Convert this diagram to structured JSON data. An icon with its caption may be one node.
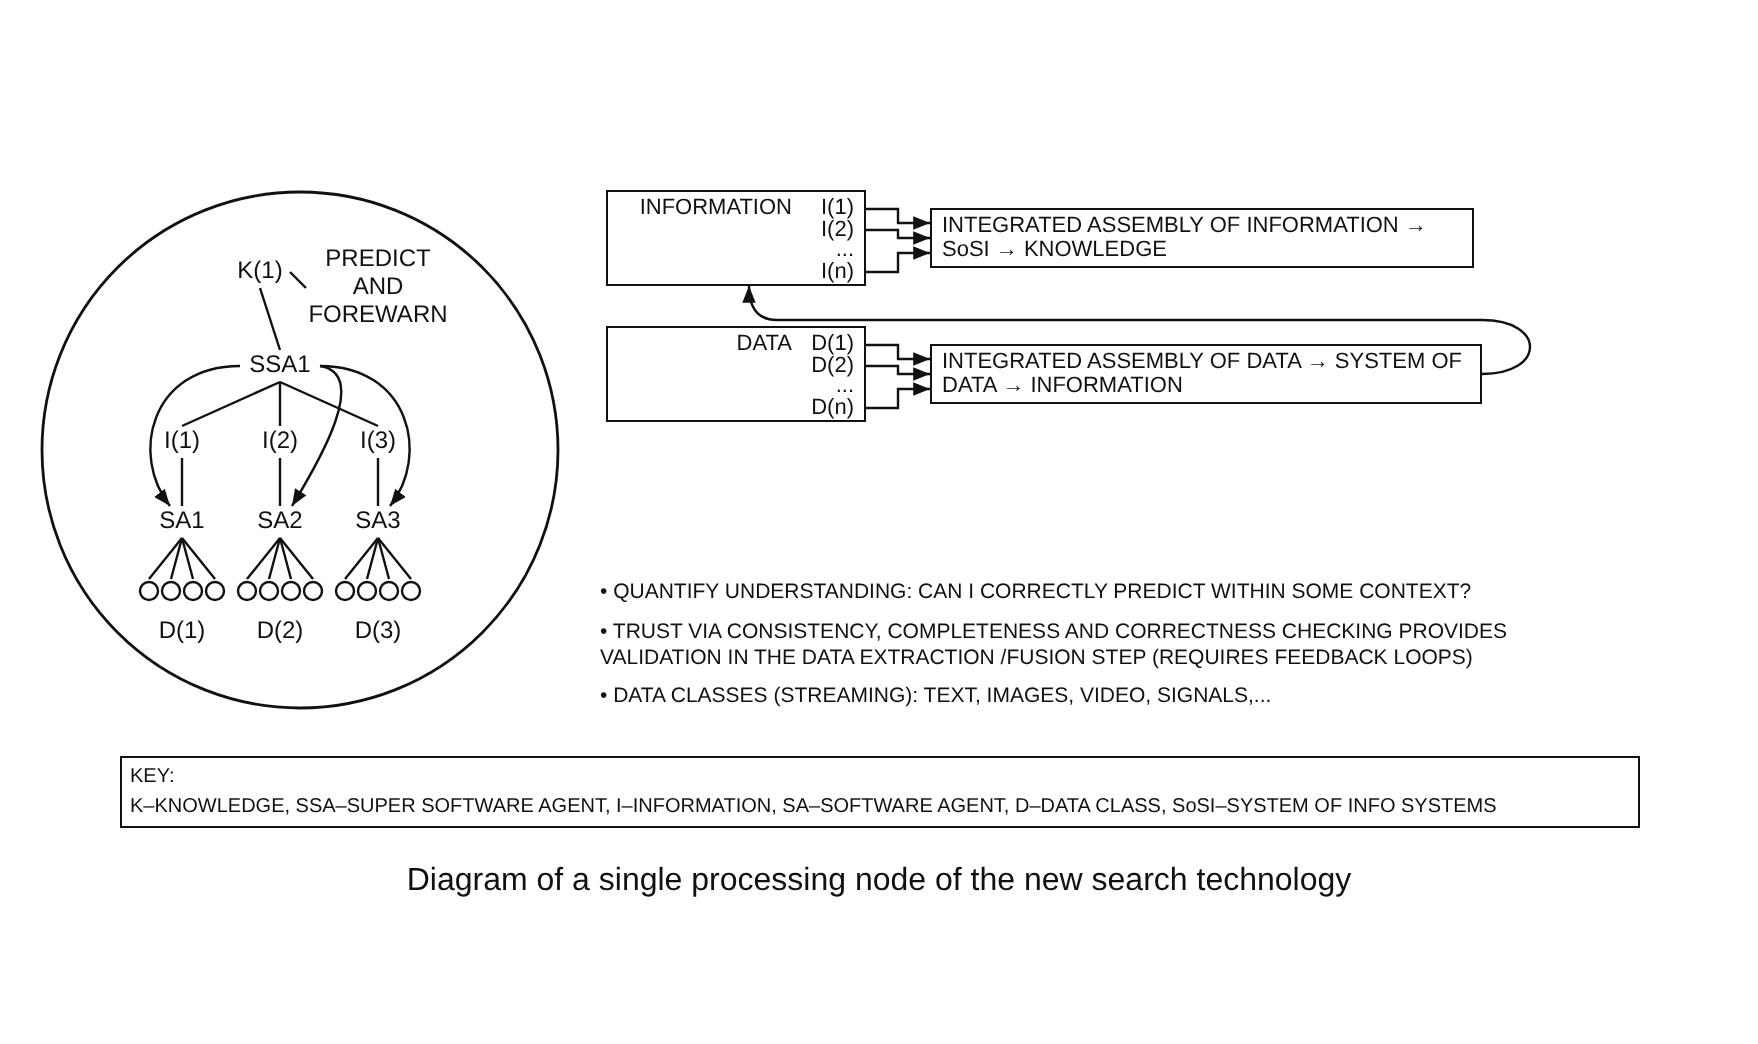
{
  "diagram": {
    "caption": "Diagram of a single processing node of the new search technology",
    "nodes": [
      {
        "text": [],
        "shape": "circle"
      },
      {
        "text": [
          "K(1)"
        ],
        "in": 0
      },
      {
        "text": [
          "PREDICT AND FOREWARN"
        ],
        "in": 0
      },
      {
        "text": [
          "SSA1"
        ],
        "in": 0
      },
      {
        "text": [
          "I(1)"
        ],
        "in": 0
      },
      {
        "text": [
          "I(2)"
        ],
        "in": 0
      },
      {
        "text": [
          "I(3)"
        ],
        "in": 0
      },
      {
        "text": [
          "SA1"
        ],
        "in": 0
      },
      {
        "text": [
          "SA2"
        ],
        "in": 0
      },
      {
        "text": [
          "SA3"
        ],
        "in": 0
      },
      {
        "text": [],
        "shape": "circle",
        "in": 0
      },
      {
        "text": [],
        "shape": "circle",
        "in": 0
      },
      {
        "text": [],
        "shape": "circle",
        "in": 0
      },
      {
        "text": [],
        "shape": "circle",
        "in": 0
      },
      {
        "text": [],
        "shape": "circle",
        "in": 0
      },
      {
        "text": [],
        "shape": "circle",
        "in": 0
      },
      {
        "text": [],
        "shape": "circle",
        "in": 0
      },
      {
        "text": [],
        "shape": "circle",
        "in": 0
      },
      {
        "text": [],
        "shape": "circle",
        "in": 0
      },
      {
        "text": [],
        "shape": "circle",
        "in": 0
      },
      {
        "text": [],
        "shape": "circle",
        "in": 0
      },
      {
        "text": [],
        "shape": "circle",
        "in": 0
      },
      {
        "text": [
          "INFORMATION",
          "I(1)",
          "I(2)",
          "...",
          "I(n)"
        ]
      },
      {
        "text": [
          "INTEGRATED ASSEMBLY OF INFORMATION → SoSI → KNOWLEDGE"
        ]
      },
      {
        "text": [
          "DATA",
          "D(1)",
          "D(2)",
          "...",
          "D(n)"
        ]
      },
      {
        "text": [
          "INTEGRATED ASSEMBLY OF DATA → SYSTEM OF DATA → INFORMATION"
        ]
      },
      {
        "text": [
          "KEY:",
          "K–KNOWLEDGE, SSA–SUPER SOFTWARE AGENT, I–INFORMATION, SA–SOFTWARE AGENT, D–DATA CLASS, SoSI–SYSTEM OF INFO SYSTEMS"
        ]
      }
    ],
    "edges": [
      {
        "from": 1,
        "to": 2,
        "arrow": "none"
      },
      {
        "from": 1,
        "to": 3,
        "arrow": "none"
      },
      {
        "from": 3,
        "to": 4,
        "arrow": "none"
      },
      {
        "from": 3,
        "to": 5,
        "arrow": "none"
      },
      {
        "from": 3,
        "to": 6,
        "arrow": "none"
      },
      {
        "from": 4,
        "to": 7,
        "arrow": "none"
      },
      {
        "from": 5,
        "to": 8,
        "arrow": "none"
      },
      {
        "from": 6,
        "to": 9,
        "arrow": "none"
      },
      {
        "from": 3,
        "to": 7,
        "arrow": "to"
      },
      {
        "from": 3,
        "to": 8,
        "arrow": "to"
      },
      {
        "from": 3,
        "to": 9,
        "arrow": "to"
      },
      {
        "from": 7,
        "to": 10,
        "arrow": "none"
      },
      {
        "from": 7,
        "to": 11,
        "arrow": "none"
      },
      {
        "from": 7,
        "to": 12,
        "arrow": "none"
      },
      {
        "from": 7,
        "to": 13,
        "arrow": "none"
      },
      {
        "from": 8,
        "to": 14,
        "arrow": "none"
      },
      {
        "from": 8,
        "to": 15,
        "arrow": "none"
      },
      {
        "from": 8,
        "to": 16,
        "arrow": "none"
      },
      {
        "from": 8,
        "to": 17,
        "arrow": "none"
      },
      {
        "from": 9,
        "to": 18,
        "arrow": "none"
      },
      {
        "from": 9,
        "to": 19,
        "arrow": "none"
      },
      {
        "from": 9,
        "to": 20,
        "arrow": "none"
      },
      {
        "from": 9,
        "to": 21,
        "arrow": "none"
      },
      {
        "from": 22,
        "to": 23,
        "arrow": "to"
      },
      {
        "from": 22,
        "to": 23,
        "arrow": "to"
      },
      {
        "from": 22,
        "to": 23,
        "arrow": "to"
      },
      {
        "from": 24,
        "to": 25,
        "arrow": "to"
      },
      {
        "from": 24,
        "to": 25,
        "arrow": "to"
      },
      {
        "from": 24,
        "to": 25,
        "arrow": "to"
      },
      {
        "from": 25,
        "to": 22,
        "arrow": "to"
      }
    ],
    "labels": [
      "D(1)",
      "D(2)",
      "D(3)",
      "• QUANTIFY UNDERSTANDING: CAN I CORRECTLY PREDICT WITHIN SOME CONTEXT?",
      "• TRUST VIA CONSISTENCY, COMPLETENESS AND CORRECTNESS CHECKING PROVIDES VALIDATION IN THE DATA EXTRACTION /FUSION STEP (REQUIRES FEEDBACK LOOPS)",
      "• DATA CLASSES (STREAMING): TEXT, IMAGES, VIDEO, SIGNALS,..."
    ]
  }
}
